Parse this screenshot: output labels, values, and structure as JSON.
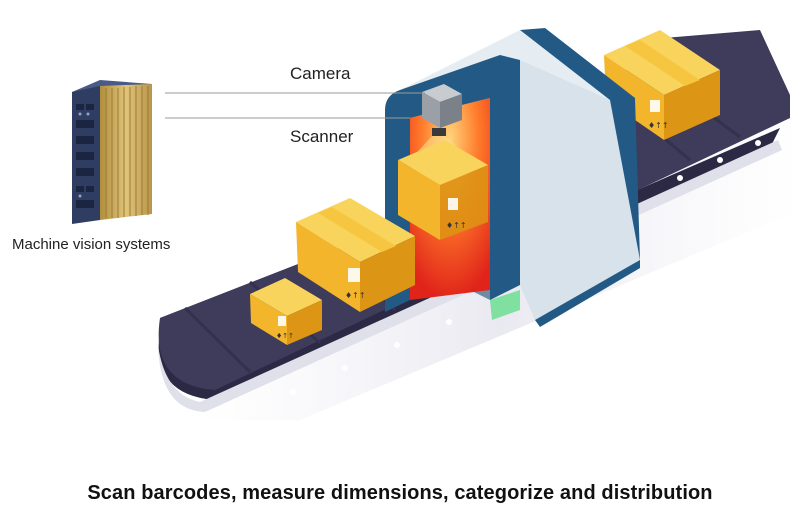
{
  "labels": {
    "camera": "Camera",
    "scanner": "Scanner",
    "machine_vision": "Machine vision systems"
  },
  "caption": "Scan barcodes, measure dimensions, categorize and distribution",
  "colors": {
    "belt": "#3e3b5b",
    "belt_edge": "#2b2944",
    "rail": "#6b6a86",
    "box_top": "#f9d45c",
    "box_front": "#f2b52b",
    "box_side": "#dc9514",
    "tunnel_frame": "#235a85",
    "tunnel_body": "#d8e2ea",
    "scan_glow": "#ff5a1f",
    "camera_body": "#9aa0a6",
    "device_body": "#2f3d63",
    "device_fins": "#cba85a"
  },
  "icons": [
    "machine-vision-device-icon",
    "camera-icon",
    "conveyor-belt-icon",
    "scanner-tunnel-icon",
    "package-box-icon"
  ]
}
